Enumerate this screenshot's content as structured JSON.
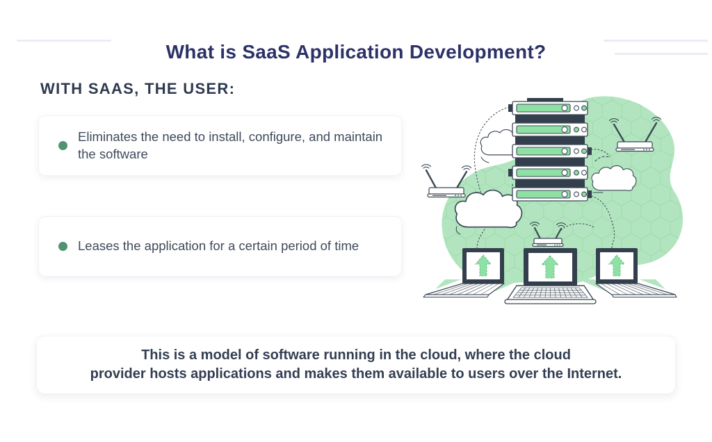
{
  "header": {
    "title": "What is SaaS Application Development?"
  },
  "section": {
    "heading": "WITH SAAS, THE USER:",
    "bullets": [
      "Eliminates the need to install, configure, and maintain the software",
      "Leases the application for a certain period of time"
    ]
  },
  "summary": {
    "line1": "This is a model of software running in the cloud, where the cloud",
    "line2": "provider hosts applications and makes them available to users over the Internet."
  },
  "illustration": {
    "icons": [
      "server-rack-icon",
      "cloud-icon",
      "wifi-router-icon",
      "laptop-icon",
      "upload-arrow-icon"
    ]
  },
  "colors": {
    "title_navy": "#2c3267",
    "heading_slate": "#2d3a4e",
    "body_slate": "#3e4a5b",
    "bullet_green": "#4f9371",
    "blob_green": "#b2e5bf",
    "hex_green": "#9bd8ab",
    "accent_green": "#8fe0a4",
    "outline_dark": "#3b4754",
    "divider_gray": "#e9ecf2"
  }
}
